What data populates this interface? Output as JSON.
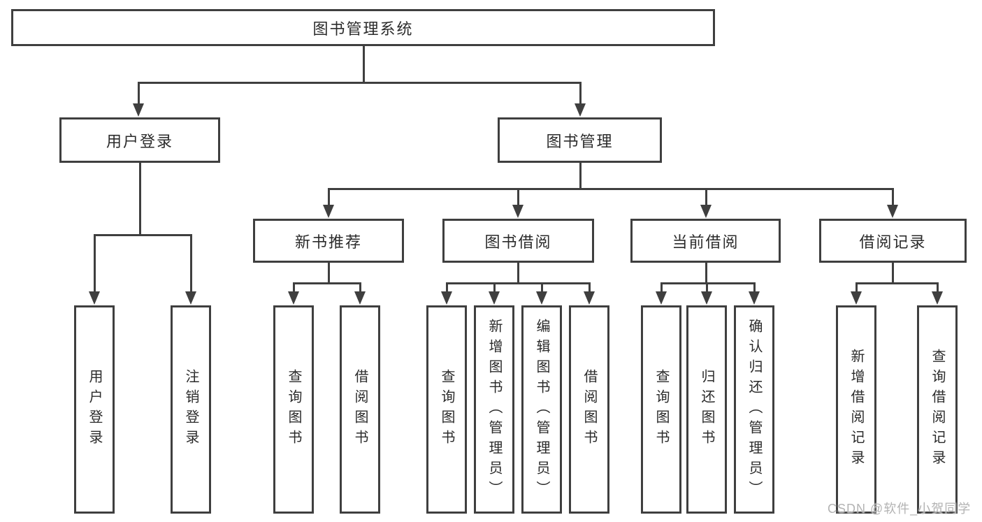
{
  "colors": {
    "line": "#3f3f3f",
    "text": "#2b2b2b",
    "watermark": "#b3b3b3",
    "background": "#ffffff"
  },
  "watermark": {
    "text": "CSDN @软件_小贺同学"
  },
  "tree": {
    "root": {
      "label": "图书管理系统"
    },
    "level2": [
      {
        "label": "用户登录",
        "children": [
          {
            "label": "用户登录"
          },
          {
            "label": "注销登录"
          }
        ]
      },
      {
        "label": "图书管理",
        "children": [
          {
            "label": "新书推荐",
            "children": [
              {
                "label": "查询图书"
              },
              {
                "label": "借阅图书"
              }
            ]
          },
          {
            "label": "图书借阅",
            "children": [
              {
                "label": "查询图书"
              },
              {
                "label": "新增图书（管理员）"
              },
              {
                "label": "编辑图书（管理员）"
              },
              {
                "label": "借阅图书"
              }
            ]
          },
          {
            "label": "当前借阅",
            "children": [
              {
                "label": "查询图书"
              },
              {
                "label": "归还图书"
              },
              {
                "label": "确认归还（管理员）"
              }
            ]
          },
          {
            "label": "借阅记录",
            "children": [
              {
                "label": "新增借阅记录"
              },
              {
                "label": "查询借阅记录"
              }
            ]
          }
        ]
      }
    ]
  }
}
